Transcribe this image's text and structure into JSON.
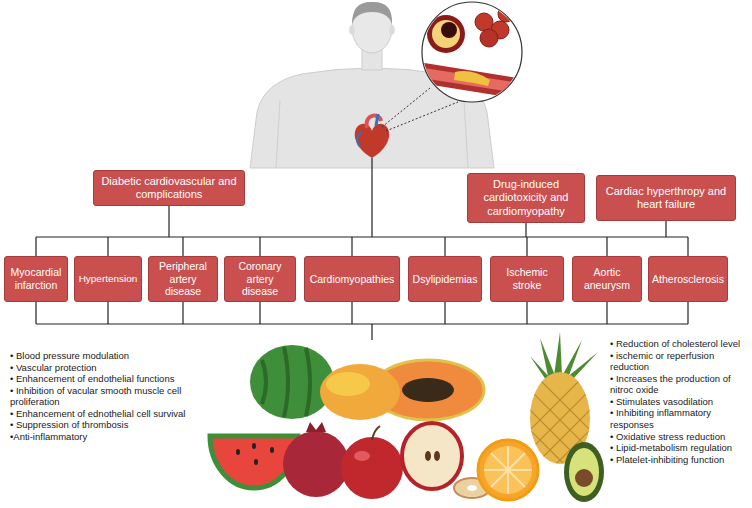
{
  "diagram": {
    "nodes": [
      {
        "text": [
          "Diabetic cardiovascular and complications"
        ]
      },
      {
        "text": [
          "Drug-induced cardiotoxicity and cardiomyopathy"
        ]
      },
      {
        "text": [
          "Cardiac hyperthropy and heart failure"
        ]
      },
      {
        "text": [
          "Myocardial infarction"
        ]
      },
      {
        "text": [
          "Hypertension"
        ]
      },
      {
        "text": [
          "Peripheral artery disease"
        ]
      },
      {
        "text": [
          "Coronary artery disease"
        ]
      },
      {
        "text": [
          "Cardiomyopathies"
        ]
      },
      {
        "text": [
          "Dsylipidemias"
        ]
      },
      {
        "text": [
          "Ischemic stroke"
        ]
      },
      {
        "text": [
          "Aortic aneurysm"
        ]
      },
      {
        "text": [
          "Atherosclerosis"
        ]
      }
    ],
    "labels": [
      "• Blood pressure modulation",
      "• Vascular protection",
      "• Enhancement of endothelial functions",
      "• Inhibition of vacular smooth muscle cell proliferation",
      "• Enhancement of ednothelial cell survival",
      "• Suppression of thrombosis",
      "•Anti-inflammatory",
      "• Reduction of cholesterol level",
      "• ischemic or reperfusion reduction",
      "• Increases the production of nitroc oxide",
      "• Stimulates vasodilation",
      "• Inhibiting inflammatory responses",
      "• Oxidative stress reduction",
      "• Lipid-metabolism regulation",
      "• Platelet-inhibiting function"
    ]
  }
}
